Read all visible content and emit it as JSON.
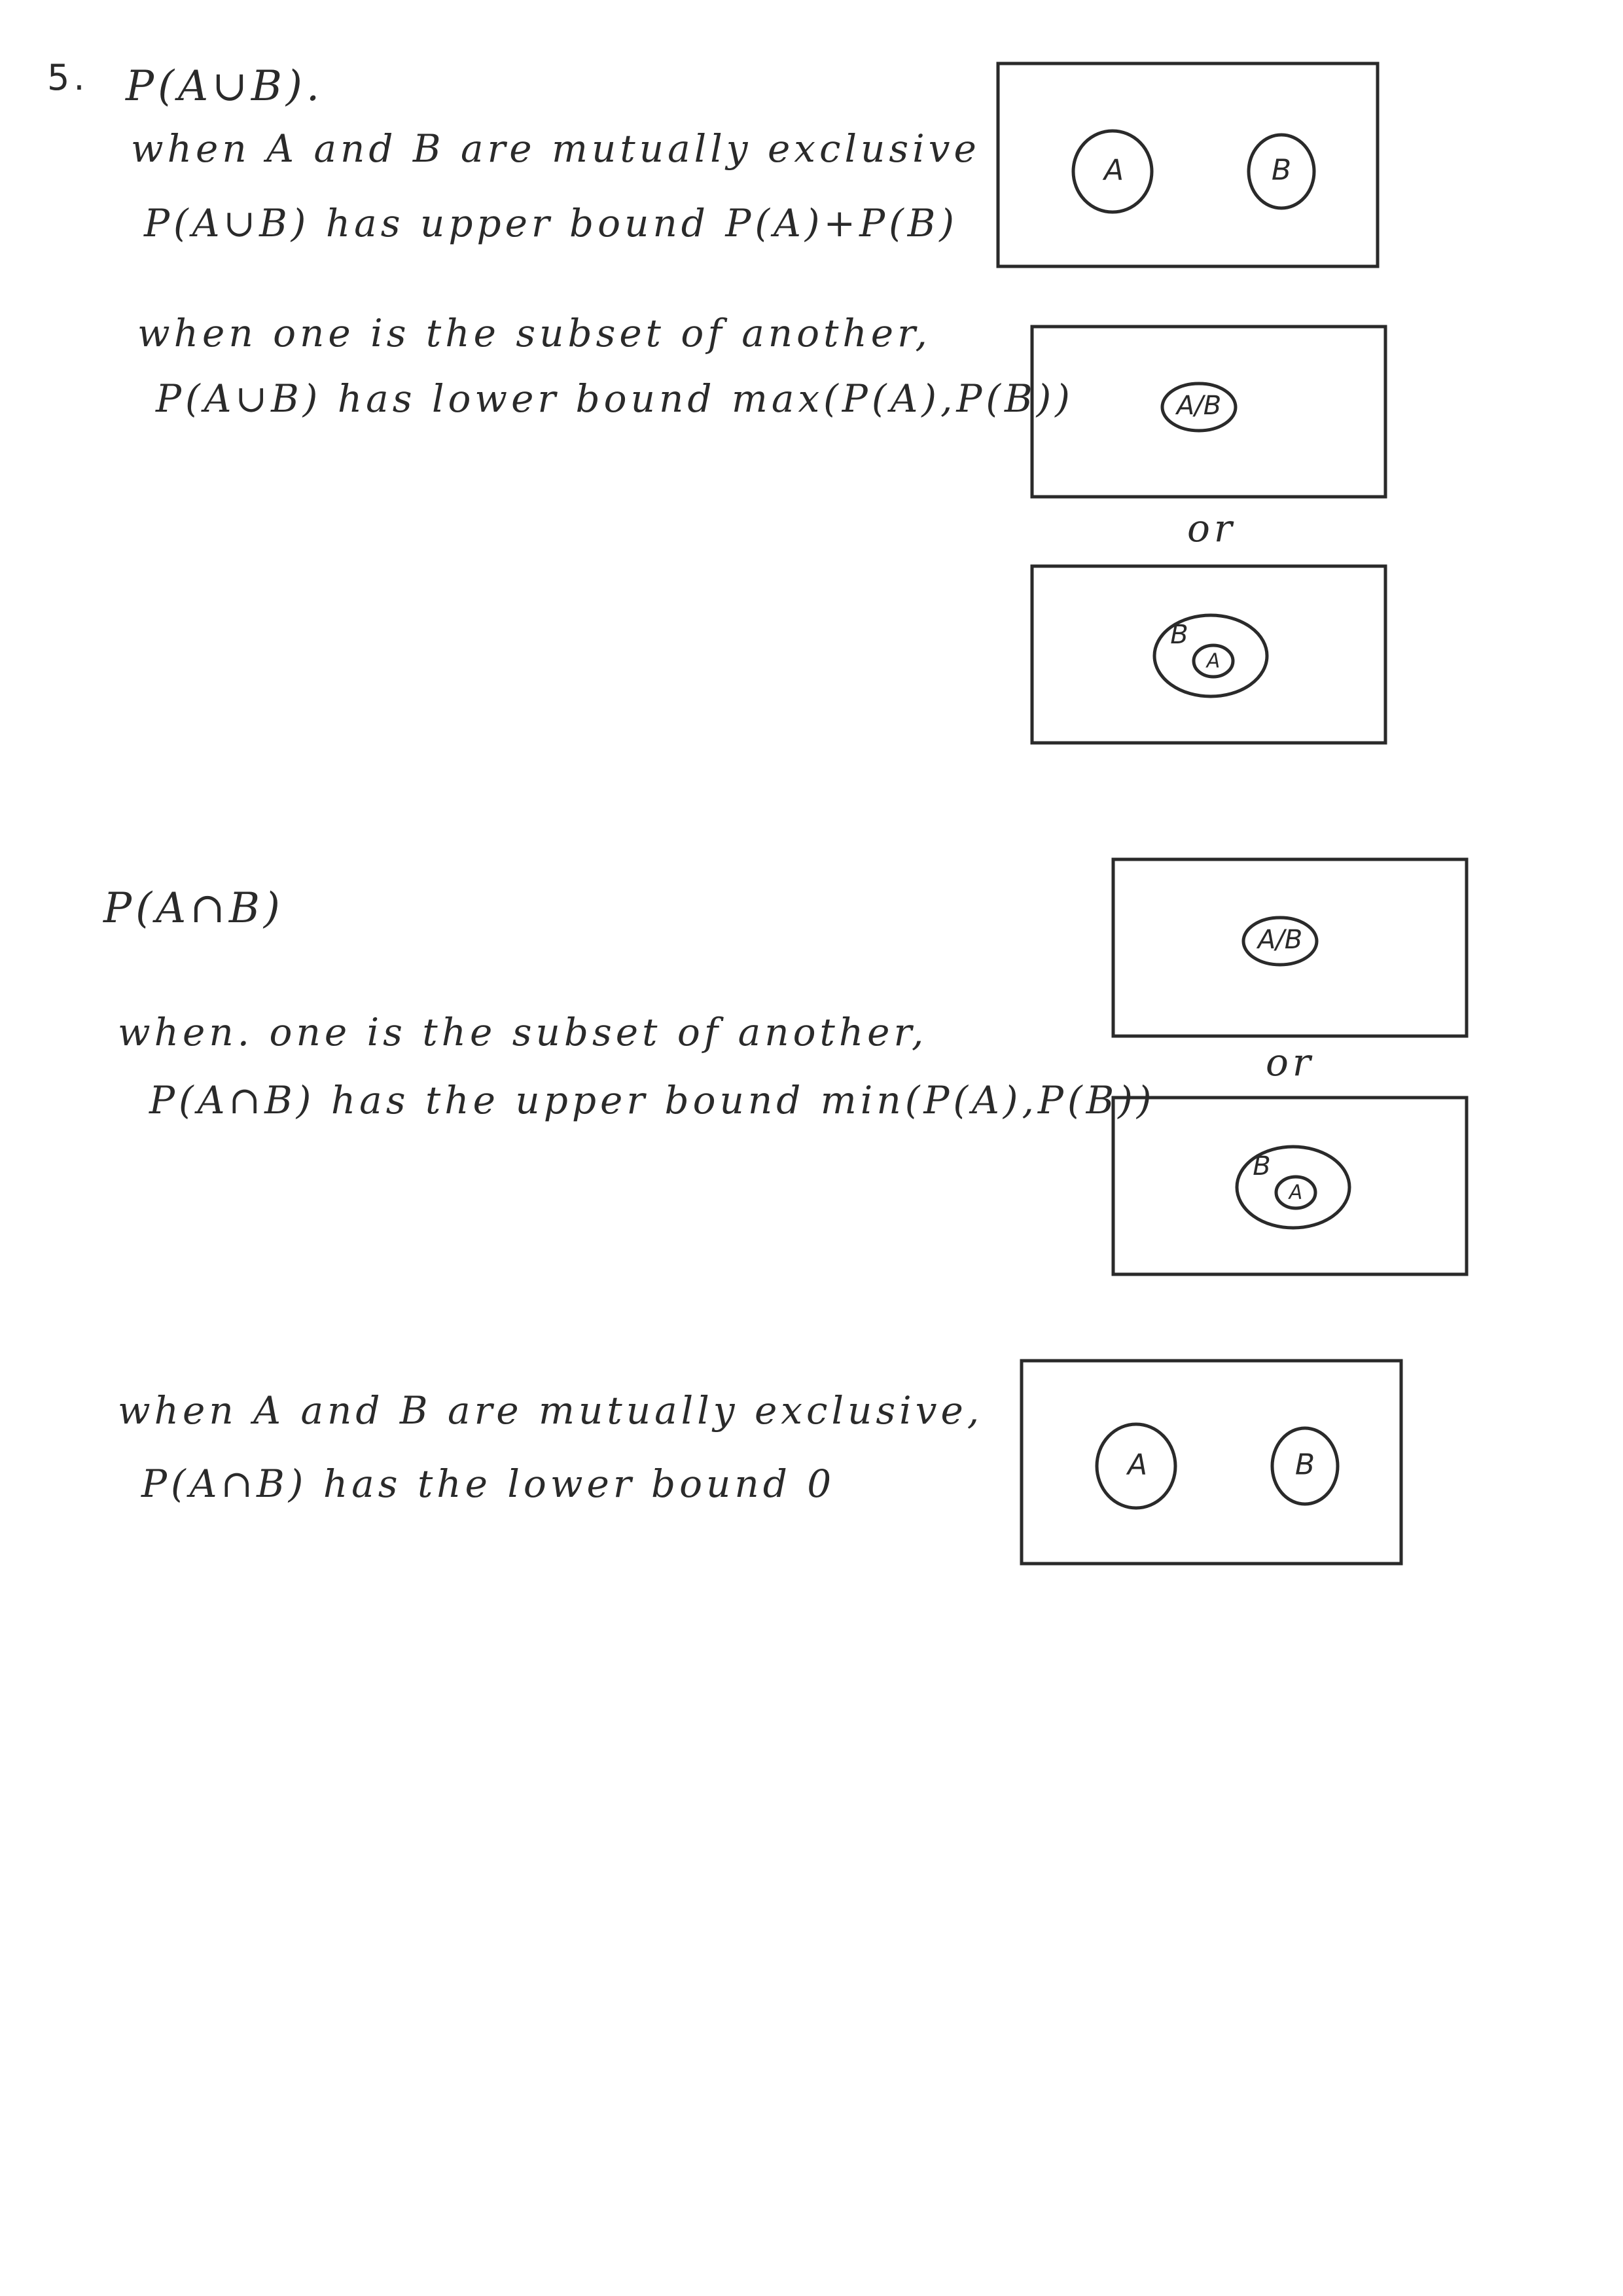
{
  "section_union": {
    "number": "5.",
    "heading": "P(A∪B).",
    "case1_line1": "when A and B are mutually exclusive",
    "case1_line2": "P(A∪B) has upper bound P(A)+P(B)",
    "case2_line1": "when one is the subset of another,",
    "case2_line2": "P(A∪B) has lower bound max(P(A),P(B))"
  },
  "section_intersection": {
    "heading": "P(A∩B)",
    "case1_line1": "when. one is the subset of another,",
    "case1_line2": "P(A∩B) has the upper bound min(P(A),P(B))",
    "case2_line1": "when A and B are mutually exclusive,",
    "case2_line2": "P(A∩B) has the lower bound 0"
  },
  "diagram_labels": {
    "a": "A",
    "b": "B",
    "a_b": "A/B",
    "or": "or"
  }
}
